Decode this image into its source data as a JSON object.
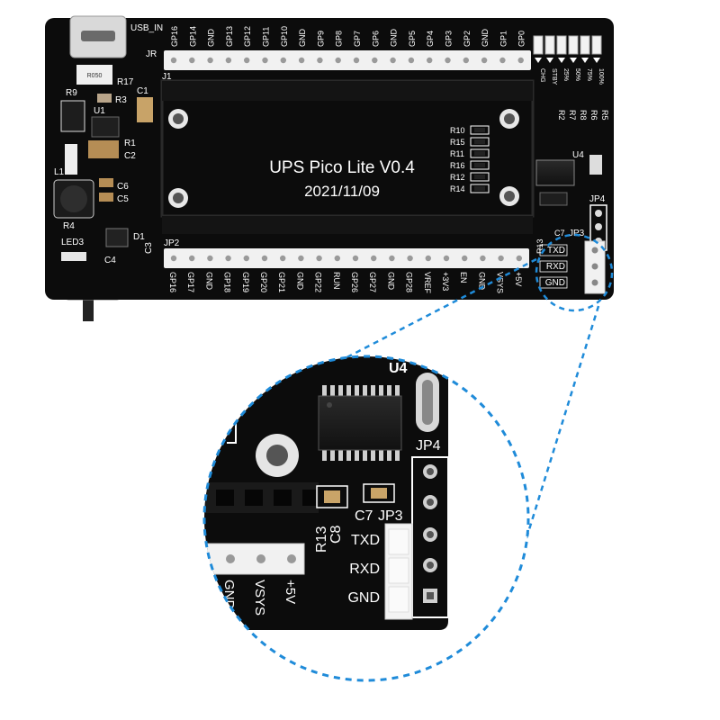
{
  "board": {
    "title": "UPS Pico Lite V0.4",
    "date": "2021/11/09",
    "usb_label": "USB_IN",
    "headers": {
      "jr": "JR",
      "j1": "J1",
      "jp2": "JP2",
      "jp3": "JP3",
      "jp4": "JP4"
    },
    "top_pins": [
      "GP16",
      "GP14",
      "GND",
      "GP13",
      "GP12",
      "GP11",
      "GP10",
      "GND",
      "GP9",
      "GP8",
      "GP7",
      "GP6",
      "GND",
      "GP5",
      "GP4",
      "GP3",
      "GP2",
      "GND",
      "GP1",
      "GP0"
    ],
    "bottom_pins": [
      "GP16",
      "GP17",
      "GND",
      "GP18",
      "GP19",
      "GP20",
      "GP21",
      "GND",
      "GP22",
      "RUN",
      "GP26",
      "GP27",
      "GND",
      "GP28",
      "VREF",
      "+3V3",
      "EN",
      "GND",
      "VSYS",
      "+5V"
    ],
    "components": {
      "r17": "R17",
      "r050": "R050",
      "r9": "R9",
      "r3": "R3",
      "u1": "U1",
      "c1": "C1",
      "r1": "R1",
      "c2": "C2",
      "l1": "L1",
      "c6": "C6",
      "c5": "C5",
      "r4": "R4",
      "led3": "LED3",
      "c4": "C4",
      "d1": "D1",
      "c3": "C3",
      "u4": "U4",
      "r13": "R13",
      "c7": "C7",
      "c8": "C8"
    },
    "resistor_bank": [
      "R10",
      "R15",
      "R11",
      "R16",
      "R12",
      "R14"
    ],
    "led_labels": [
      "CHG",
      "STBY",
      "25%",
      "50%",
      "75%",
      "100%"
    ],
    "led_resistors": [
      "R2",
      "R7",
      "R8",
      "R6",
      "R5"
    ],
    "serial_pins": [
      "TXD",
      "RXD",
      "GND"
    ]
  },
  "zoom": {
    "chip": "U4",
    "jp4": "JP4",
    "jp3": "JP3",
    "c7": "C7",
    "r13": "R13",
    "c8": "C8",
    "serial_pins": [
      "TXD",
      "RXD",
      "GND"
    ],
    "power_pins": [
      "GND",
      "VSYS",
      "+5V"
    ]
  },
  "colors": {
    "pcb": "#0c0c0c",
    "silk": "#ffffff",
    "header": "#f1f1f1",
    "callout": "#1f8bd9"
  }
}
